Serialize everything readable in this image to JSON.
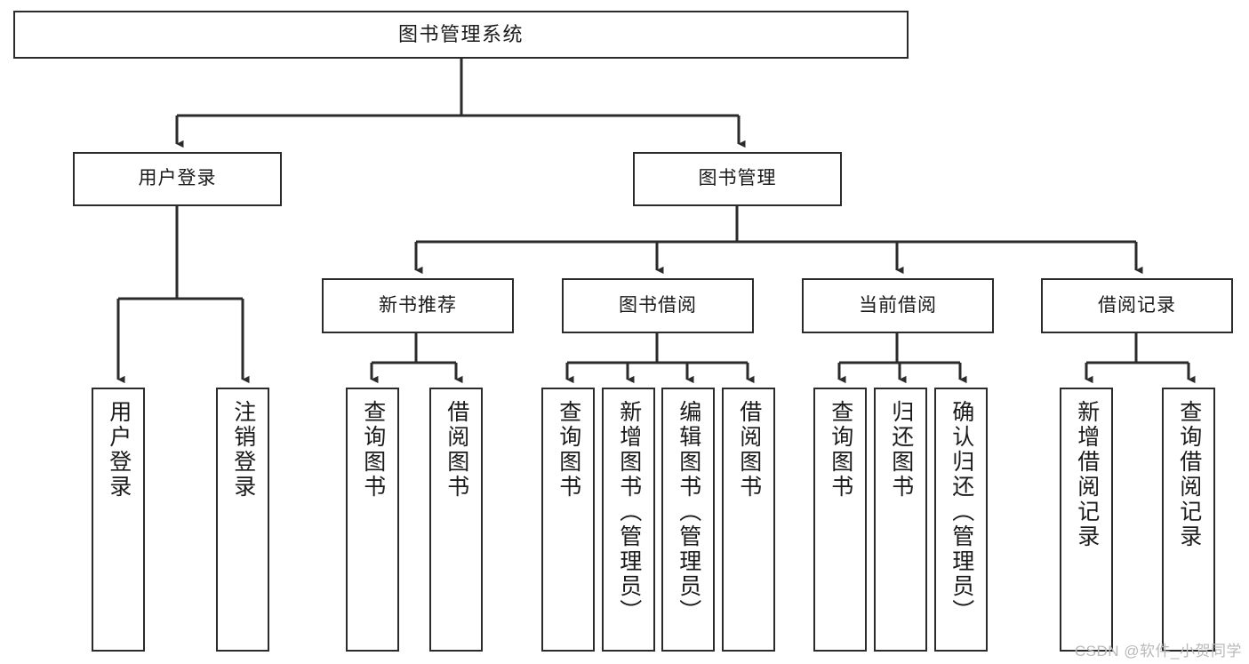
{
  "diagram": {
    "title": "图书管理系统",
    "watermark": "CSDN @软件_小贺同学",
    "colors": {
      "background": "#ffffff",
      "node_fill": "#ffffff",
      "node_border": "#2b2b2b",
      "edge": "#2b2b2b",
      "text": "#1a1a1a",
      "watermark": "#b9b9b9"
    },
    "nodes": {
      "root": {
        "label": "图书管理系统"
      },
      "level2": [
        {
          "id": "user-login",
          "label": "用户登录"
        },
        {
          "id": "book-manage",
          "label": "图书管理"
        }
      ],
      "level3": [
        {
          "id": "new-book-recommend",
          "label": "新书推荐"
        },
        {
          "id": "book-borrow",
          "label": "图书借阅"
        },
        {
          "id": "current-borrow",
          "label": "当前借阅"
        },
        {
          "id": "borrow-record",
          "label": "借阅记录"
        }
      ],
      "leaves": {
        "user_login": [
          {
            "id": "leaf-user-login",
            "label": "用户登录"
          },
          {
            "id": "leaf-logout",
            "label": "注销登录"
          }
        ],
        "new_book_recommend": [
          {
            "id": "leaf-query-book-1",
            "label": "查询图书"
          },
          {
            "id": "leaf-borrow-book-1",
            "label": "借阅图书"
          }
        ],
        "book_borrow": [
          {
            "id": "leaf-query-book-2",
            "label": "查询图书"
          },
          {
            "id": "leaf-add-book",
            "label": "新增图书（管理员）"
          },
          {
            "id": "leaf-edit-book",
            "label": "编辑图书（管理员）"
          },
          {
            "id": "leaf-borrow-book-2",
            "label": "借阅图书"
          }
        ],
        "current_borrow": [
          {
            "id": "leaf-query-book-3",
            "label": "查询图书"
          },
          {
            "id": "leaf-return-book",
            "label": "归还图书"
          },
          {
            "id": "leaf-confirm-return",
            "label": "确认归还（管理员）"
          }
        ],
        "borrow_record": [
          {
            "id": "leaf-add-record",
            "label": "新增借阅记录"
          },
          {
            "id": "leaf-query-record",
            "label": "查询借阅记录"
          }
        ]
      }
    }
  }
}
